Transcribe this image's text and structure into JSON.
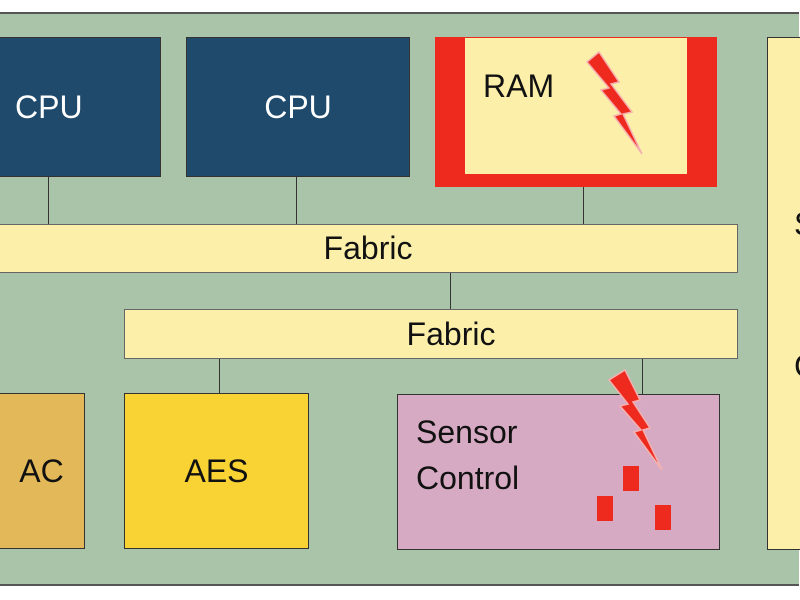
{
  "diagram": {
    "blocks": {
      "cpu_1": "CPU",
      "cpu_2": "CPU",
      "ram": "RAM",
      "fabric_top": "Fabric",
      "fabric_bottom": "Fabric",
      "mac_partial": "AC",
      "aes": "AES",
      "sensor_control_line1": "Sensor",
      "sensor_control_line2": "Control",
      "right_partial_1": "S",
      "right_partial_2": "C"
    },
    "colors": {
      "background": "#a9c4a9",
      "cpu": "#1f4a6b",
      "fabric": "#fcefaa",
      "ram": "#fcefaa",
      "ram_fault_border": "#ee2a1e",
      "mac": "#e2b858",
      "aes": "#f9d233",
      "sensor_control": "#d6aac2",
      "right_panel": "#fcefaa",
      "fault_marker": "#ee2a1e"
    },
    "icons": [
      "lightning-bolt-icon",
      "lightning-bolt-icon",
      "fault-square-icon"
    ]
  }
}
